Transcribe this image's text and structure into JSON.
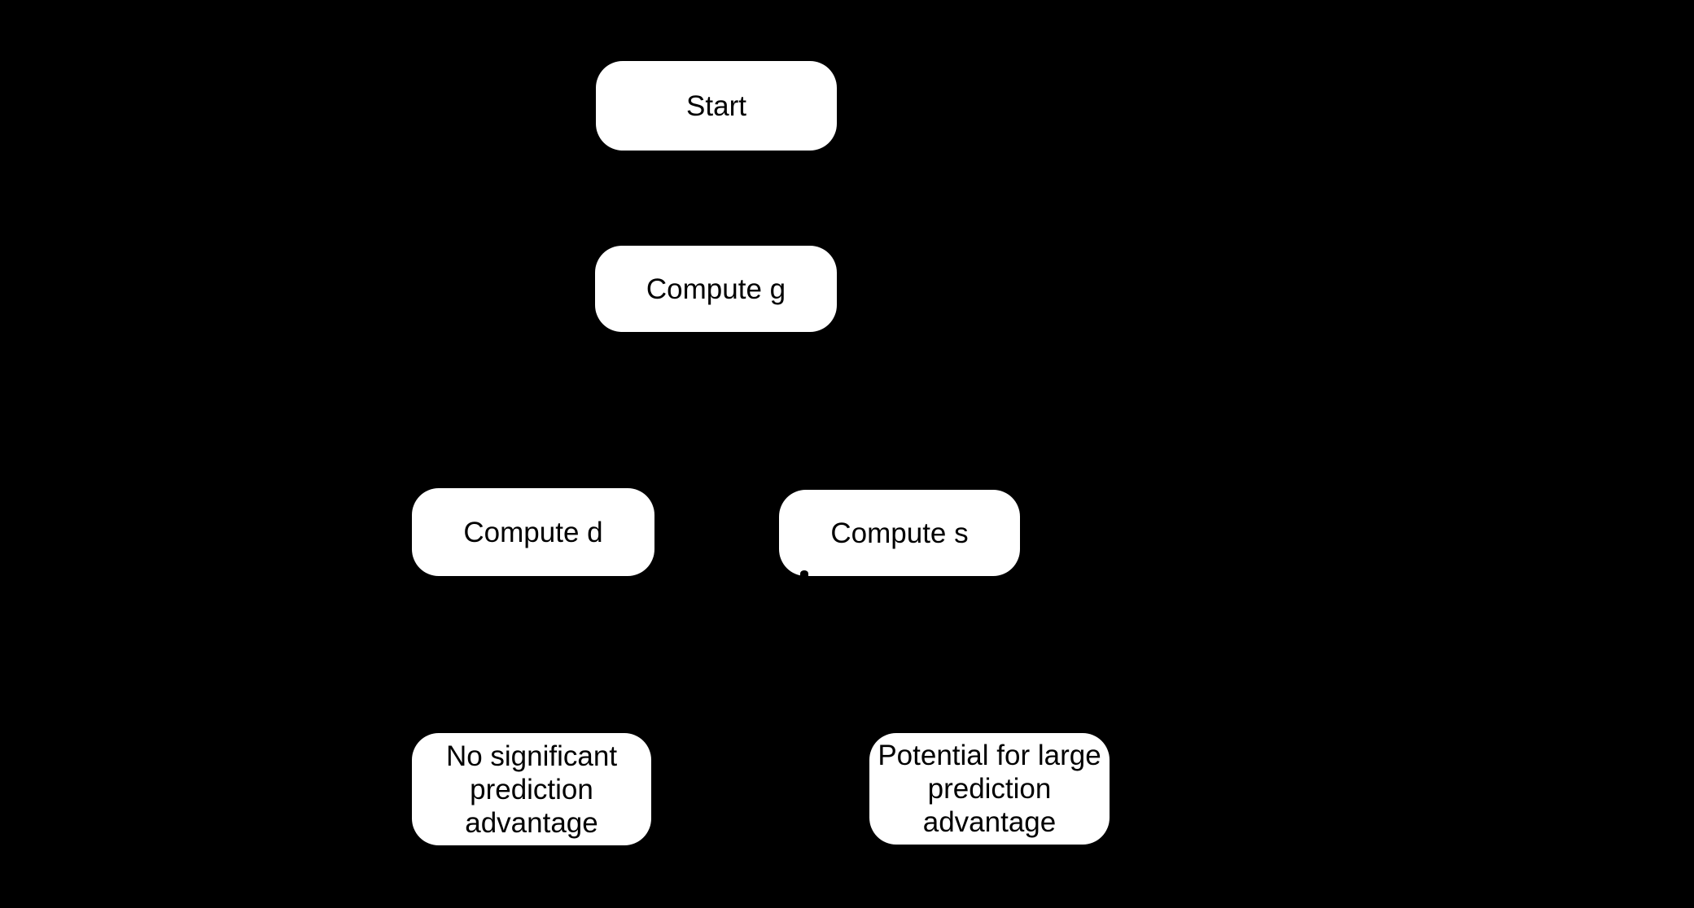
{
  "colors": {
    "background": "#000000",
    "node_fill": "#ffffff",
    "node_text": "#000000"
  },
  "diagram": {
    "type": "flowchart",
    "nodes": [
      {
        "id": "start",
        "label": "Start"
      },
      {
        "id": "compute-g",
        "label": "Compute g"
      },
      {
        "id": "compute-d",
        "label": "Compute d"
      },
      {
        "id": "compute-s",
        "label": "Compute s"
      },
      {
        "id": "no-advantage",
        "label": "No significant\nprediction\nadvantage"
      },
      {
        "id": "large-advantage",
        "label": "Potential for large\nprediction\nadvantage"
      }
    ]
  }
}
